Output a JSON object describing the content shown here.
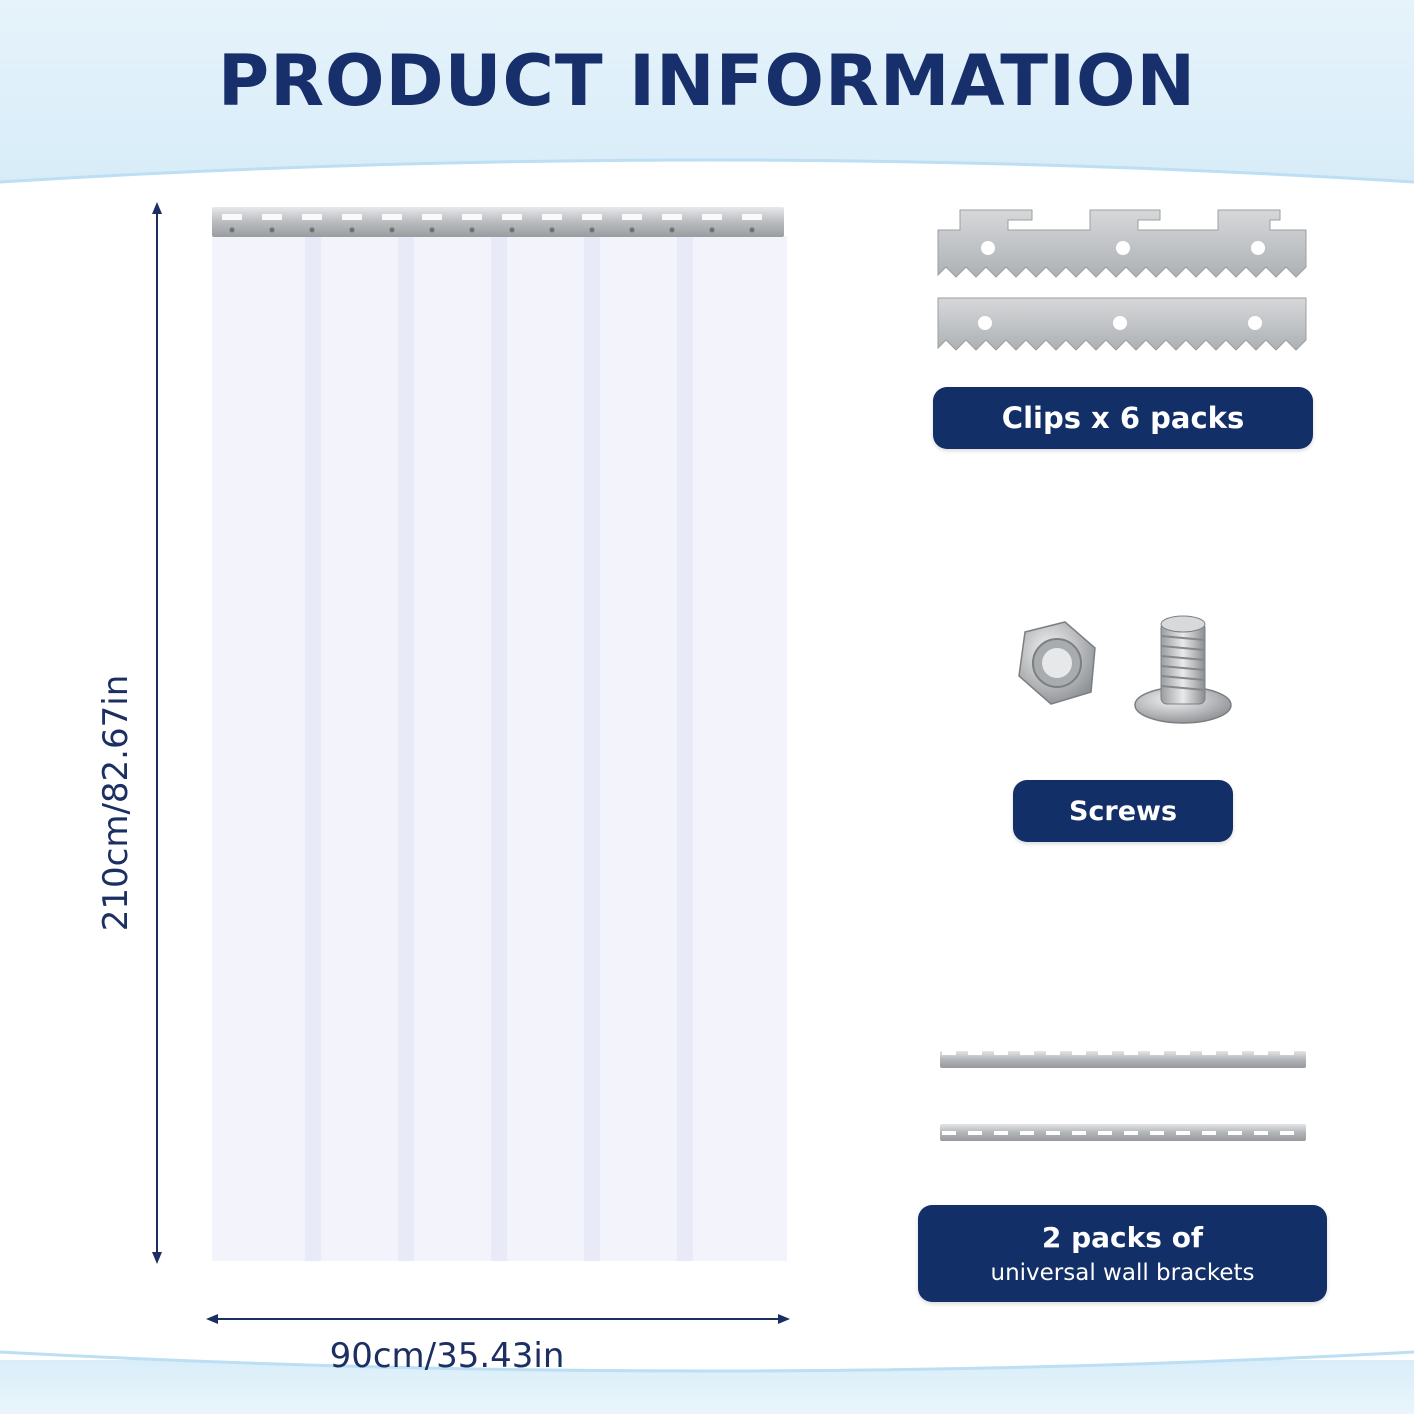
{
  "header": {
    "title": "PRODUCT INFORMATION"
  },
  "curtain": {
    "height_label": "210cm/82.67in",
    "width_label": "90cm/35.43in",
    "strips": 6
  },
  "accessories": [
    {
      "label": "Clips x 6 packs",
      "icon": "clip-plates-icon"
    },
    {
      "label": "Screws",
      "icon": "nut-and-bolt-icon"
    },
    {
      "label_line1": "2 packs of",
      "label_line2": "universal wall brackets",
      "icon": "wall-bracket-rails-icon"
    }
  ],
  "colors": {
    "navy": "#132f68",
    "title": "#172f6a",
    "background_tint": "#d7ecf8",
    "metal": "#c4c7ca"
  }
}
